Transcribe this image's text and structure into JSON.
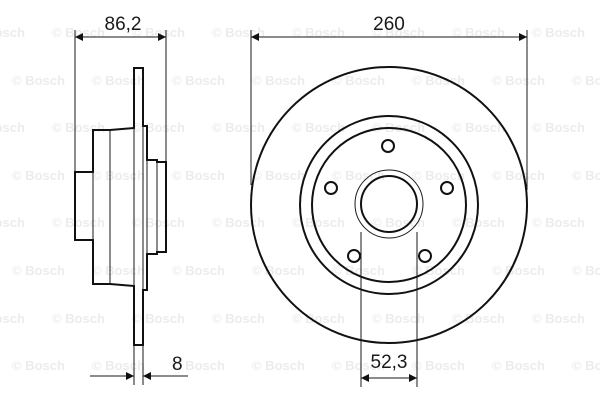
{
  "drawing": {
    "type": "brake-disc-technical-drawing",
    "watermark": "© Bosch",
    "views": {
      "side_view": {
        "dimensions": {
          "total_height": "86,2",
          "disc_thickness": "8"
        }
      },
      "front_view": {
        "dimensions": {
          "outer_diameter": "260",
          "center_bore": "52,3"
        },
        "bolt_holes": 5
      }
    },
    "colors": {
      "line": "#111111",
      "watermark": "#ececec",
      "background": "#ffffff"
    }
  }
}
